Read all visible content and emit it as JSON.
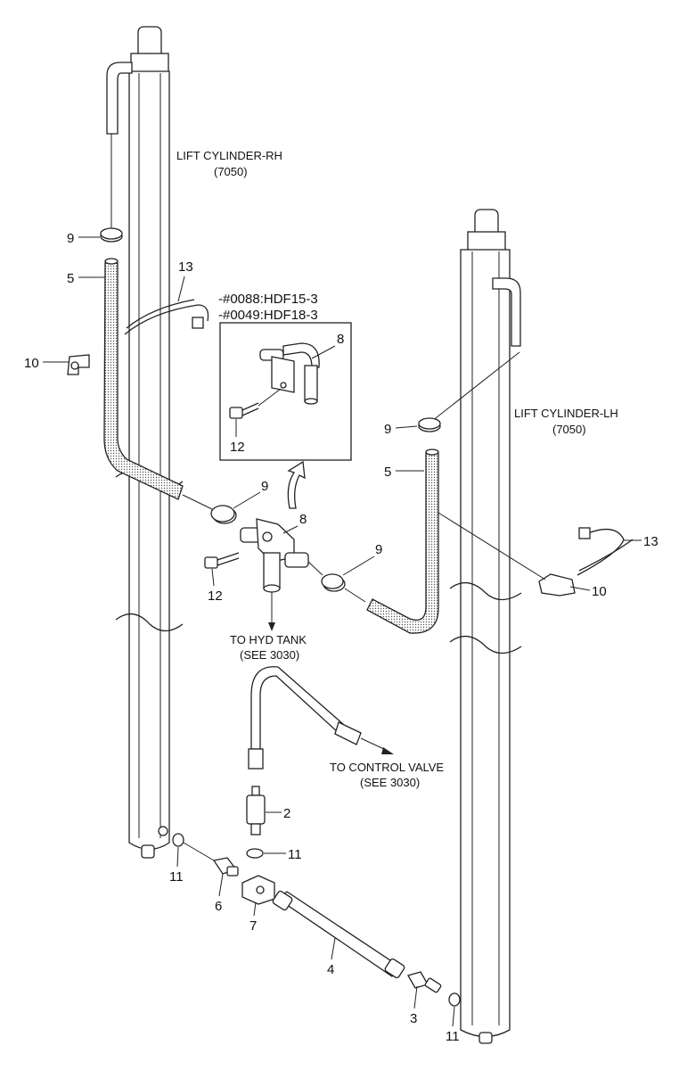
{
  "labels": {
    "lift_cyl_rh": [
      "LIFT CYLINDER-RH",
      "(7050)"
    ],
    "lift_cyl_lh": [
      "LIFT CYLINDER-LH",
      "(7050)"
    ],
    "to_hyd_tank": [
      "TO HYD TANK",
      "(SEE 3030)"
    ],
    "to_control_valve": [
      "TO CONTROL VALVE",
      "(SEE 3030)"
    ],
    "inset_refs": [
      "-#0088:HDF15-3",
      "-#0049:HDF18-3"
    ]
  },
  "callouts": {
    "c9a": "9",
    "c5a": "5",
    "c13a": "13",
    "c10a": "10",
    "c8_inset": "8",
    "c12_inset": "12",
    "c9b": "9",
    "c8": "8",
    "c12": "12",
    "c9c": "9",
    "c9d": "9",
    "c5b": "5",
    "c13b": "13",
    "c10b": "10",
    "c2": "2",
    "c11a": "11",
    "c11b": "11",
    "c6": "6",
    "c7": "7",
    "c4": "4",
    "c3": "3",
    "c11c": "11"
  }
}
